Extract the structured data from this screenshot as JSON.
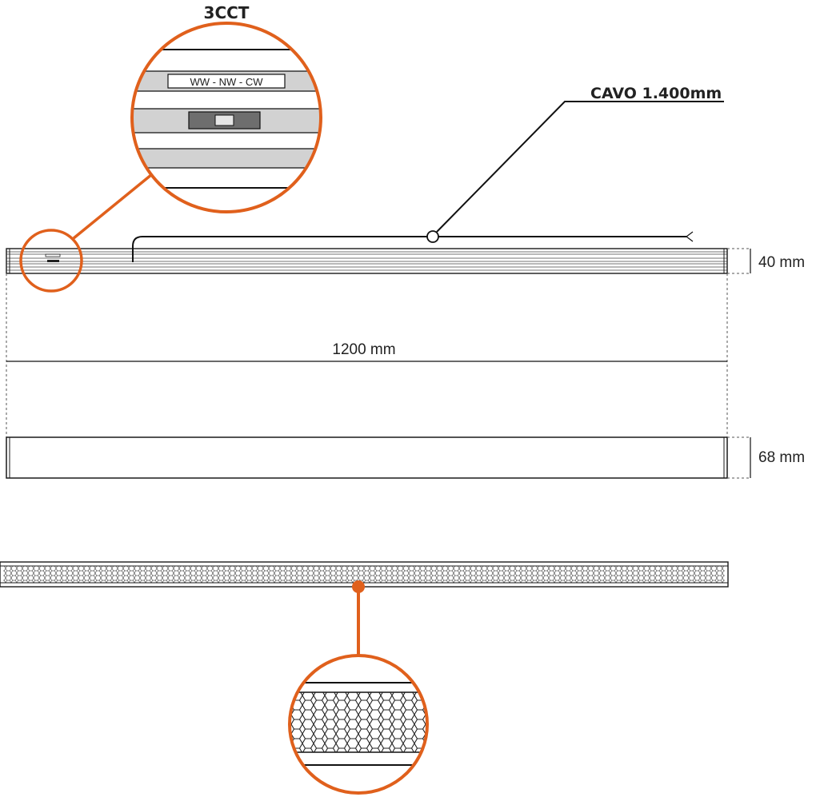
{
  "colors": {
    "accent": "#e0601c",
    "line": "#1a1a1a",
    "band_gray": "#d2d2d2",
    "switch_dark": "#6e6e6e"
  },
  "labels": {
    "callout_3cct_title": "3CCT",
    "cct_selector_text": "WW - NW - CW",
    "cable_label": "CAVO 1.400mm",
    "height_top_view": "40 mm",
    "length": "1200 mm",
    "height_side_view": "68 mm"
  },
  "dimensions": {
    "length_mm": 1200,
    "height_top_mm": 40,
    "height_side_mm": 68,
    "cable_length_mm": 1400
  },
  "details": {
    "diffuser_pattern": "honeycomb-hexagon",
    "cct_options": [
      "WW",
      "NW",
      "CW"
    ]
  }
}
